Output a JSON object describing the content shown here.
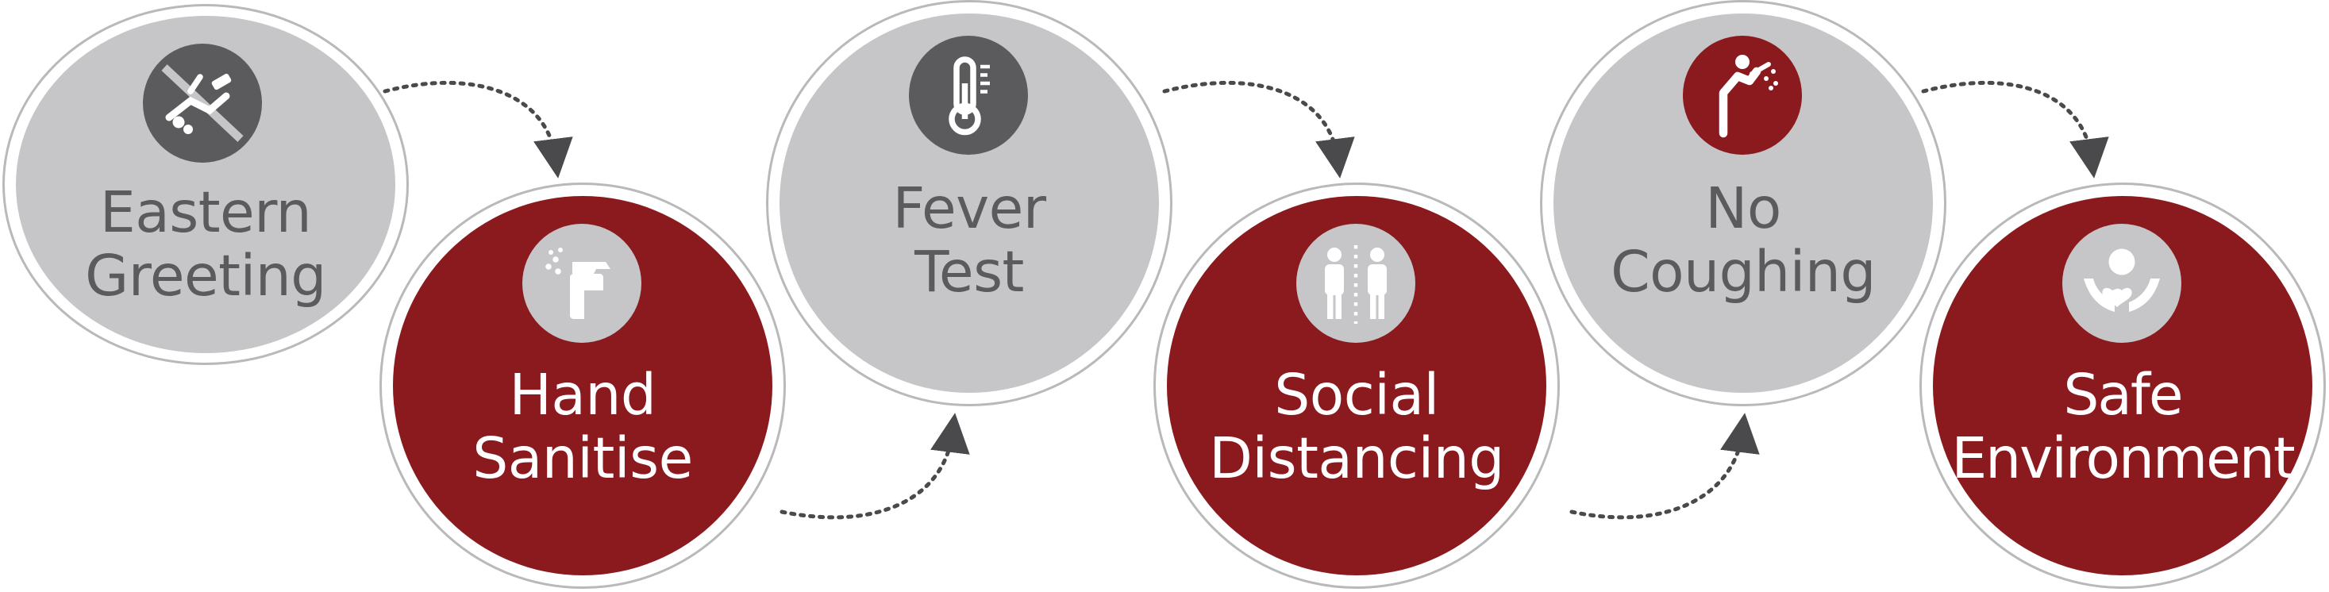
{
  "steps": [
    {
      "label_line1": "Eastern",
      "label_line2": "Greeting",
      "icon": "no-handshake-icon",
      "style": "grey"
    },
    {
      "label_line1": "Hand",
      "label_line2": "Sanitise",
      "icon": "spray-bottle-icon",
      "style": "red"
    },
    {
      "label_line1": "Fever",
      "label_line2": "Test",
      "icon": "thermometer-icon",
      "style": "grey"
    },
    {
      "label_line1": "Social",
      "label_line2": "Distancing",
      "icon": "two-people-distance-icon",
      "style": "red"
    },
    {
      "label_line1": "No",
      "label_line2": "Coughing",
      "icon": "coughing-person-icon",
      "style": "grey"
    },
    {
      "label_line1": "Safe",
      "label_line2": "Environment",
      "icon": "hands-protecting-person-icon",
      "style": "red"
    }
  ],
  "colors": {
    "red": "#8b1a1f",
    "grey": "#c6c6c8",
    "dark_grey": "#5b5b5e",
    "ring": "#b9b9bb",
    "arrow": "#4a4a4d"
  }
}
